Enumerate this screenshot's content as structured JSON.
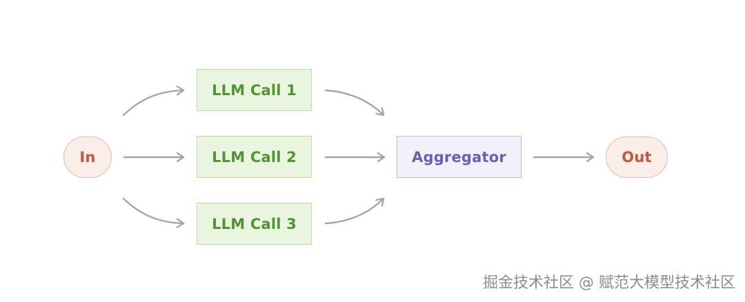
{
  "diagram": {
    "input_label": "In",
    "llm_calls": [
      {
        "label": "LLM Call 1"
      },
      {
        "label": "LLM Call 2"
      },
      {
        "label": "LLM Call 3"
      }
    ],
    "aggregator_label": "Aggregator",
    "output_label": "Out"
  },
  "colors": {
    "terminal_fill": "#fbeee9",
    "terminal_border": "#e9b7a6",
    "terminal_text": "#c4573d",
    "llm_fill": "#e9f5df",
    "llm_border": "#b9dca0",
    "llm_text": "#4f9533",
    "aggregator_fill": "#f1f0fb",
    "aggregator_border": "#bdb6e2",
    "aggregator_text": "#6a5fb8",
    "arrow": "#a6a6a6"
  },
  "watermark": {
    "text": "掘金技术社区 @ 赋范大模型技术社区"
  }
}
